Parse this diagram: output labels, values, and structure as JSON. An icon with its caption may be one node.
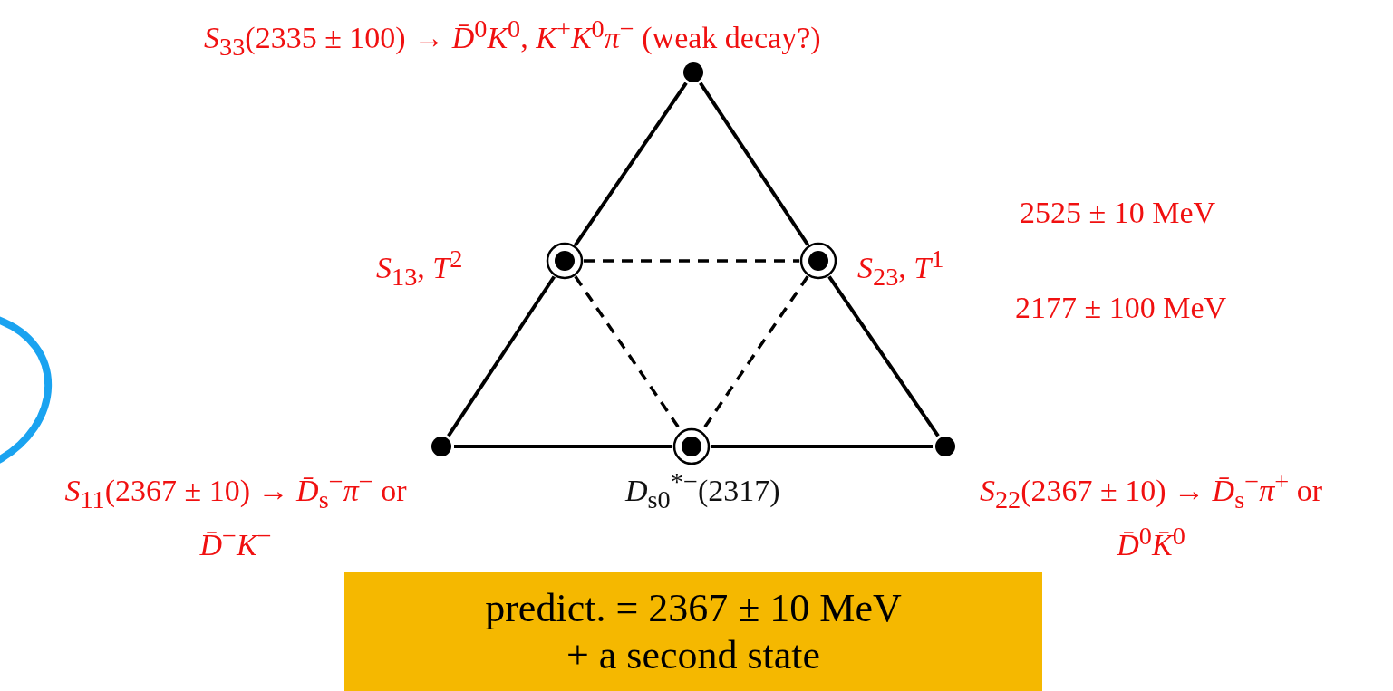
{
  "diagram": {
    "nodes": [
      {
        "text": [],
        "shape": "circle",
        "beside": [
          "*S*$_{33}$(2335 ± 100) → *D̄*$^{0}$*K*$^{0}$, *K*$^{+}$*K*$^{0}$*π*$^{−}$ (weak decay?)"
        ]
      },
      {
        "text": [],
        "shape": "circle",
        "beside": [
          "*S*$_{13}$, *T*$^{2}$"
        ]
      },
      {
        "text": [],
        "shape": "circle",
        "beside": [
          "*S*$_{23}$, *T*$^{1}$"
        ]
      },
      {
        "text": [],
        "shape": "circle",
        "beside": [
          "*S*$_{11}$(2367 ± 10) → *D̄*$_{s}$$^{−}$*π*$^{−}$ or *D̄*$^{−}$*K*$^{−}$"
        ]
      },
      {
        "text": [],
        "shape": "circle",
        "beside": [
          "*D*$_{s0}$$^{*−}$(2317)"
        ]
      },
      {
        "text": [],
        "shape": "circle",
        "beside": [
          "*S*$_{22}$(2367 ± 10) → *D̄*$_{s}$$^{−}$*π*$^{+}$ or *D̄*$^{0}$*K̄*$^{0}$"
        ]
      },
      {
        "text": [
          "predict. = 2367 ± 10 MeV + a second state"
        ]
      }
    ],
    "edges": [
      {
        "from": 0,
        "to": 1,
        "arrow": "none"
      },
      {
        "from": 1,
        "to": 3,
        "arrow": "none"
      },
      {
        "from": 0,
        "to": 2,
        "arrow": "none"
      },
      {
        "from": 2,
        "to": 5,
        "arrow": "none"
      },
      {
        "from": 3,
        "to": 4,
        "arrow": "none"
      },
      {
        "from": 4,
        "to": 5,
        "arrow": "none"
      },
      {
        "from": 1,
        "to": 2,
        "arrow": "none",
        "style": "dashed"
      },
      {
        "from": 1,
        "to": 4,
        "arrow": "none",
        "style": "dashed"
      },
      {
        "from": 2,
        "to": 4,
        "arrow": "none",
        "style": "dashed"
      }
    ],
    "labels": [
      "2525 ± 10 MeV",
      "2177 ± 100 MeV"
    ]
  }
}
